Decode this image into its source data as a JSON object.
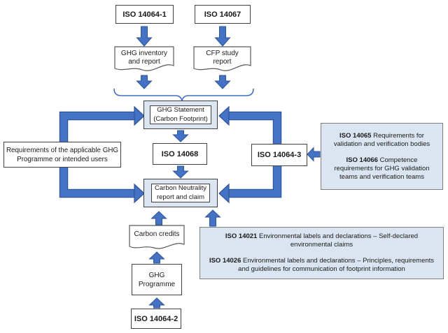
{
  "diagram_title": "ISO carbon footprint and GHG standards flowchart",
  "colors": {
    "arrow_fill": "#4472c4",
    "arrow_edge": "#2f5597",
    "panel_fill": "#dbe5f1",
    "highlight_box_fill": "#dce6f2",
    "box_border": "#3f3f3f"
  },
  "nodes": {
    "iso14064_1": {
      "label": "ISO 14064-1"
    },
    "iso14067": {
      "label": "ISO 14067"
    },
    "ghg_inventory_report": {
      "line1": "GHG inventory",
      "line2": "and report"
    },
    "cfp_study_report": {
      "line1": "CFP study",
      "line2": "report"
    },
    "ghg_statement": {
      "line1": "GHG Statement",
      "line2": "(Carbon Footprint)"
    },
    "iso14068": {
      "label": "ISO 14068"
    },
    "carbon_neutrality": {
      "line1": "Carbon Neutrality",
      "line2": "report and claim"
    },
    "requirements": {
      "line1": "Requirements of the applicable GHG",
      "line2": "Programme or intended users"
    },
    "iso14064_3": {
      "label": "ISO 14064-3"
    },
    "carbon_credits": {
      "label": "Carbon credits"
    },
    "ghg_programme": {
      "line1": "GHG",
      "line2": "Programme"
    },
    "iso14064_2": {
      "label": "ISO 14064-2"
    }
  },
  "panels": {
    "validation": {
      "items": [
        {
          "code": "ISO 14065",
          "text": "Requirements for validation and verification bodies"
        },
        {
          "code": "ISO 14066",
          "text": "Competence requirements for GHG validation teams and verification teams"
        }
      ]
    },
    "labels": {
      "items": [
        {
          "code": "ISO 14021",
          "text": "Environmental labels and declarations – Self-declared environmental claims"
        },
        {
          "code": "ISO 14026",
          "text": "Environmental labels and declarations – Principles, requirements and guidelines for communication of footprint information"
        }
      ]
    }
  }
}
